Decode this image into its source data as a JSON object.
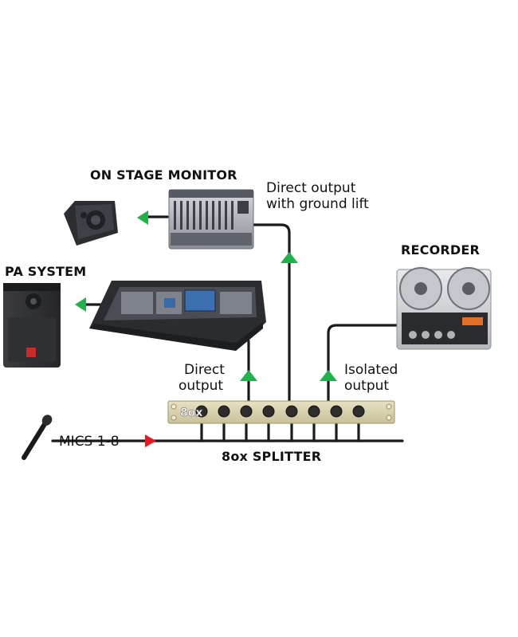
{
  "labels": {
    "monitor_title": "ON STAGE MONITOR",
    "pa_title": "PA SYSTEM",
    "recorder_title": "RECORDER",
    "splitter_title": "8ox SPLITTER",
    "mics": "MICS 1-8",
    "direct_ground": [
      "Direct output",
      "with ground lift"
    ],
    "direct_output": [
      "Direct",
      "output"
    ],
    "isolated_output": [
      "Isolated",
      "output"
    ],
    "splitter_logo": "8ox"
  },
  "colors": {
    "arrow_green": "#1db24a",
    "arrow_red": "#e01b24",
    "cable": "#1a1a1a",
    "splitter_panel": "#d9d3ad"
  },
  "icons": [
    "speaker-icon",
    "monitor-wedge-icon",
    "microphone-icon",
    "reel-to-reel-icon",
    "mixer-icon"
  ]
}
